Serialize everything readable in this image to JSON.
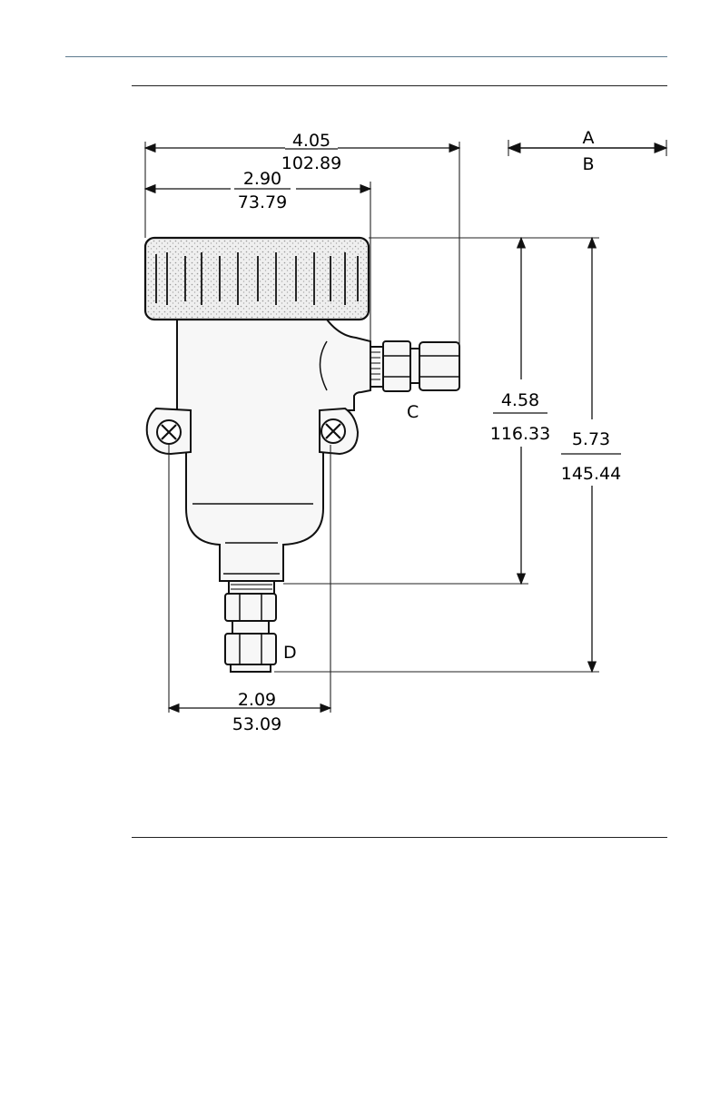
{
  "legend": {
    "top": "A",
    "bottom": "B"
  },
  "dimensions": {
    "overall_width": {
      "in": "4.05",
      "mm": "102.89"
    },
    "cap_width": {
      "in": "2.90",
      "mm": "73.79"
    },
    "body_height": {
      "in": "4.58",
      "mm": "116.33"
    },
    "overall_height": {
      "in": "5.73",
      "mm": "145.44"
    },
    "mount_spacing": {
      "in": "2.09",
      "mm": "53.09"
    }
  },
  "callouts": {
    "side_fitting": "C",
    "bottom_fitting": "D"
  }
}
